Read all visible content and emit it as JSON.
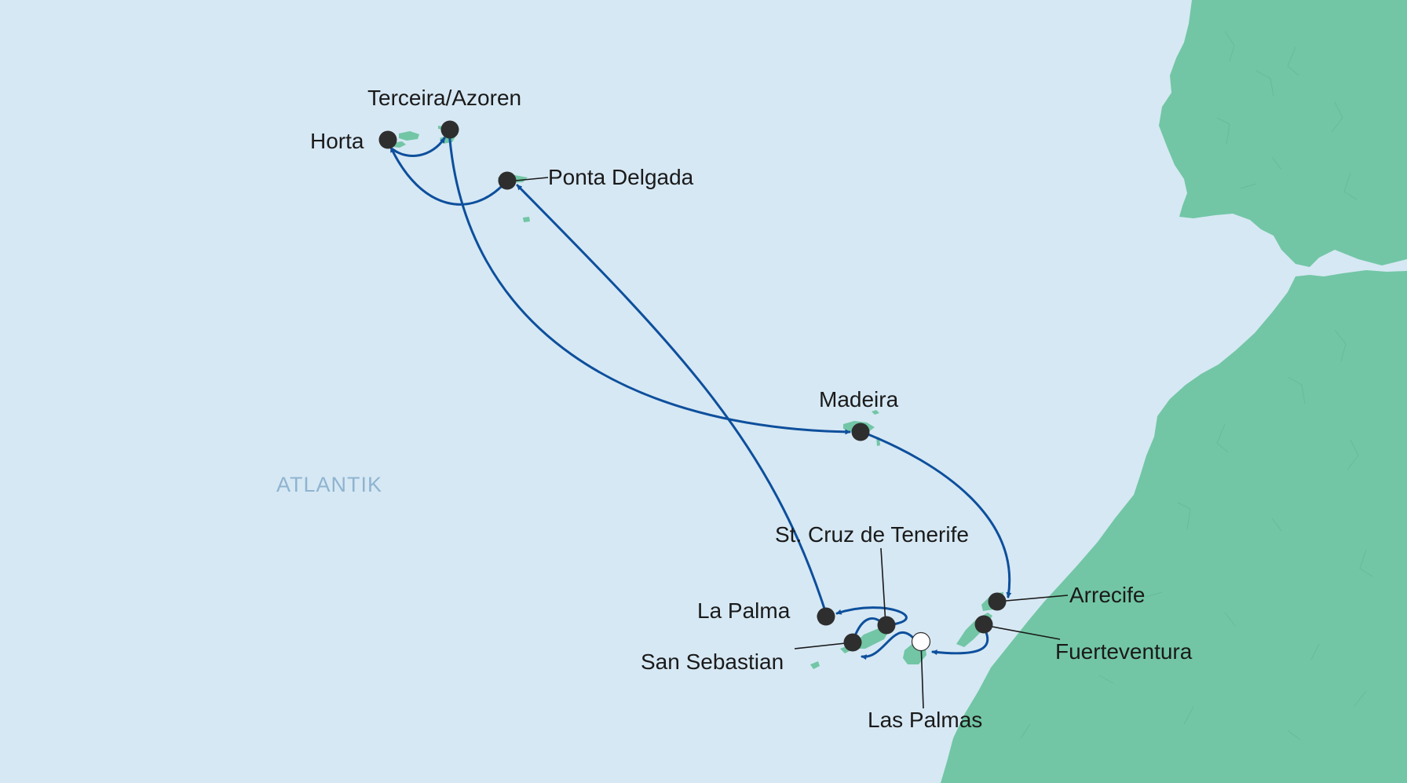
{
  "ocean_label": "ATLANTIK",
  "colors": {
    "sea": "#d6e8f4",
    "land": "#72c6a5",
    "route": "#0d4f9c",
    "port_dot": "#2e2e2e",
    "start_port": "#ffffff"
  },
  "ports": {
    "terceira": "Terceira/Azoren",
    "horta": "Horta",
    "ponta_delgada": "Ponta Delgada",
    "madeira": "Madeira",
    "tenerife": "St. Cruz de Tenerife",
    "la_palma": "La Palma",
    "san_sebastian": "San Sebastian",
    "las_palmas": "Las Palmas",
    "arrecife": "Arrecife",
    "fuerteventura": "Fuerteventura"
  },
  "start_port_icon": "start-port-marker"
}
